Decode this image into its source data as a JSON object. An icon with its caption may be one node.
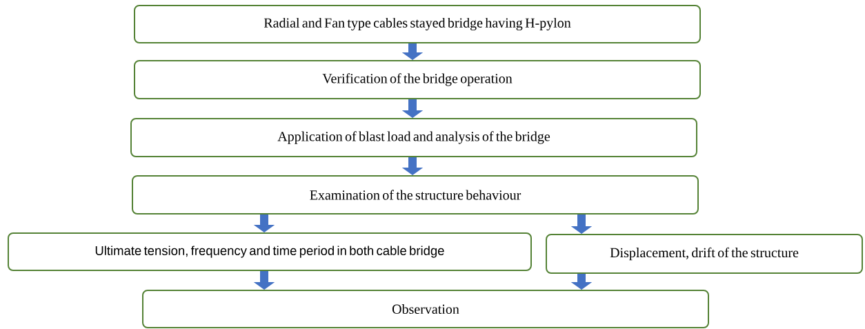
{
  "diagram": {
    "nodes": [
      {
        "text": [
          "Radial and Fan type cables stayed bridge having H-pylon"
        ]
      },
      {
        "text": [
          "Verification of the bridge operation"
        ]
      },
      {
        "text": [
          "Application of blast load and analysis of the bridge"
        ]
      },
      {
        "text": [
          "Examination of the structure behaviour"
        ]
      },
      {
        "text": [
          "Ultimate tension, frequency and time period in both cable bridge"
        ]
      },
      {
        "text": [
          "Displacement, drift of the structure"
        ]
      },
      {
        "text": [
          "Observation"
        ]
      }
    ],
    "edges": [
      {
        "from": 0,
        "to": 1,
        "arrow": "to"
      },
      {
        "from": 1,
        "to": 2,
        "arrow": "to"
      },
      {
        "from": 2,
        "to": 3,
        "arrow": "to"
      },
      {
        "from": 3,
        "to": 4,
        "arrow": "to"
      },
      {
        "from": 3,
        "to": 5,
        "arrow": "to"
      },
      {
        "from": 4,
        "to": 6,
        "arrow": "to"
      },
      {
        "from": 5,
        "to": 6,
        "arrow": "to"
      }
    ]
  }
}
